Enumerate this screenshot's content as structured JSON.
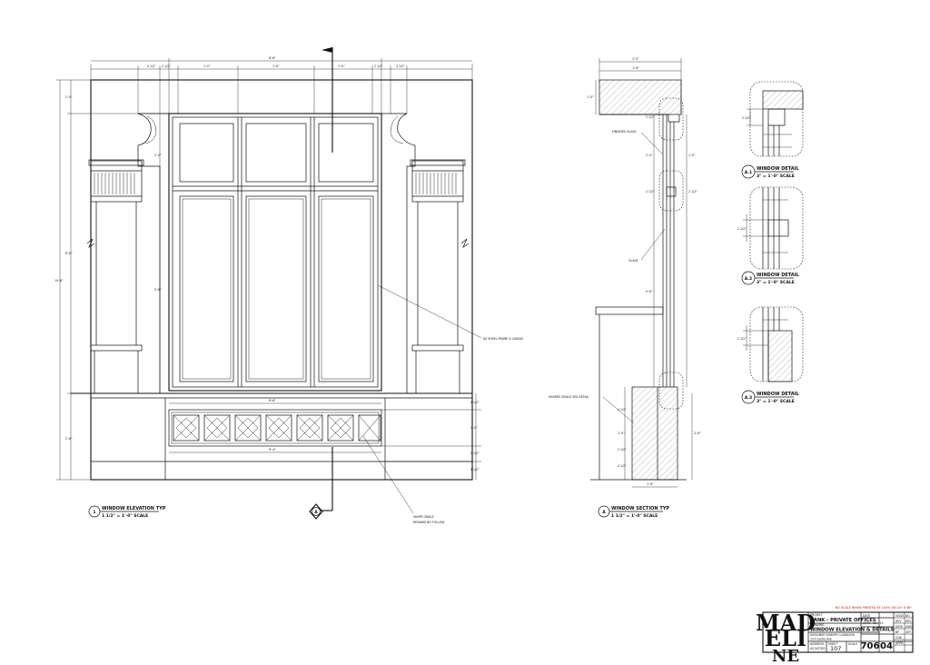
{
  "sheet": {
    "notes": {
      "elevation_frame": "AS SHEEL FRAME & CASING",
      "apron": "SHAPE GRAILE",
      "apron_sub": "REMAND NO FOLLOW",
      "finished_glass": "FINISHED GLASS",
      "glass": "GLASS",
      "shaped_grille": "SHAPED GRILLE SEE DETAIL"
    },
    "views": {
      "elevation": {
        "marker": "1",
        "title": "WINDOW ELEVATION TYP",
        "scale": "1 1/2\" = 1'-0\" SCALE"
      },
      "section": {
        "marker": "A",
        "title": "WINDOW SECTION TYP",
        "scale": "1 1/2\" = 1'-0\" SCALE"
      },
      "cut_marker": "A"
    },
    "details": [
      {
        "marker": "A.1",
        "title": "WINDOW DETAIL",
        "scale": "3\" = 1'-0\" SCALE"
      },
      {
        "marker": "A.2",
        "title": "WINDOW DETAIL",
        "scale": "3\" = 1'-0\" SCALE"
      },
      {
        "marker": "A.3",
        "title": "WINDOW DETAIL",
        "scale": "3\" = 1'-0\" SCALE"
      }
    ],
    "dims": {
      "overall_width": "8'-6\"",
      "inner_width": "6'-6\"",
      "apron_width": "6'-4\"",
      "small_a": "2 1/2\"",
      "small_b": "4 1/2\"",
      "small_c": "1'-0\"",
      "small_d": "1'-6\"",
      "height_total": "10'-6\"",
      "height_upper": "8'-6\"",
      "height_panel": "5'-6\"",
      "height_top": "2'-0\"",
      "height_base": "2'-6\"",
      "section_width": "2'-0\"",
      "section_base": "1'-6\"",
      "section_glass": "5'-6\""
    }
  },
  "red_note": "NO SCALE WHEN PRINTED AT 100% ON 24\" X 36\"",
  "title_block": {
    "logo_lines": [
      "MAD",
      "ELI",
      "NE"
    ],
    "project_label": "PROJECT",
    "project": "BANK - PRIVATE OFFICES",
    "drawing_label": "DRAWING",
    "drawing": "WINDOW ELEVATION & DETAILS",
    "sub1": "DESIGNER  ROBERT CLARKSON",
    "sub2": "ADDRESS",
    "sub3": "123 Castle Ave",
    "sheet_label": "SHEET",
    "sheet_no": "107",
    "page_no": "706",
    "rev_no": "04",
    "date_label": "DATE",
    "date": "2019 - 08 - 15",
    "scale_label": "SCALE",
    "scale": "AS NOTED",
    "small_labels": [
      "ISSUE",
      "REV",
      "DATE",
      "BY",
      "CHK",
      "APPD",
      "NO",
      "REV",
      "DWG",
      "SHT"
    ]
  }
}
